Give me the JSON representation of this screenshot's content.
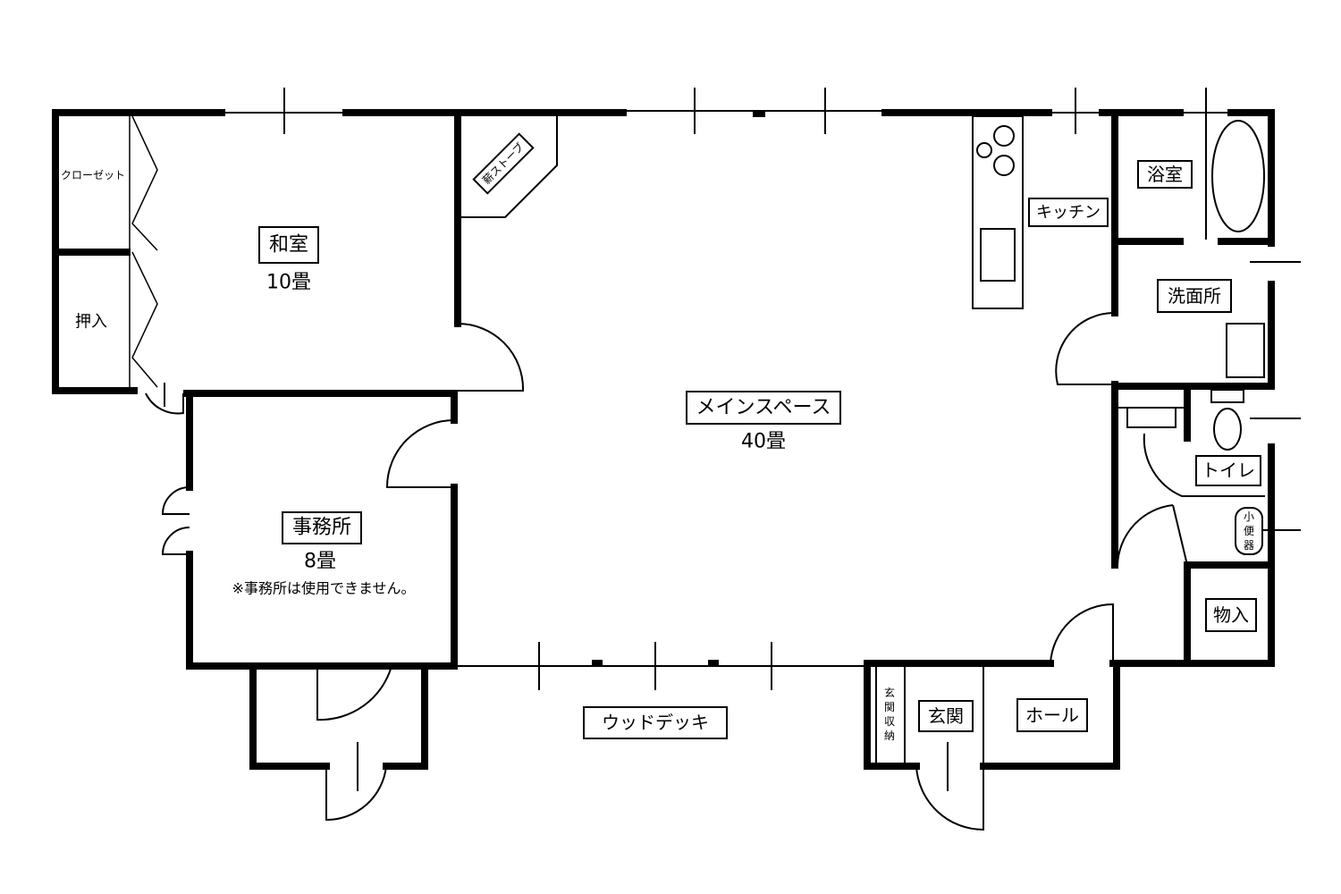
{
  "rooms": {
    "washitsu": {
      "name": "和室",
      "size": "10畳"
    },
    "closet": "クローゼット",
    "oshiire": "押入",
    "stove": "薪ストーブ",
    "main": {
      "name": "メインスペース",
      "size": "40畳"
    },
    "kitchen": "キッチン",
    "bath": "浴室",
    "washroom": "洗面所",
    "toilet": "トイレ",
    "urinal": [
      "小",
      "便",
      "器"
    ],
    "storage": "物入",
    "office": {
      "name": "事務所",
      "size": "8畳",
      "note": "※事務所は使用できません。"
    },
    "deck": "ウッドデッキ",
    "entrance_storage": [
      "玄",
      "関",
      "収",
      "納"
    ],
    "entrance": "玄関",
    "hall": "ホール"
  }
}
